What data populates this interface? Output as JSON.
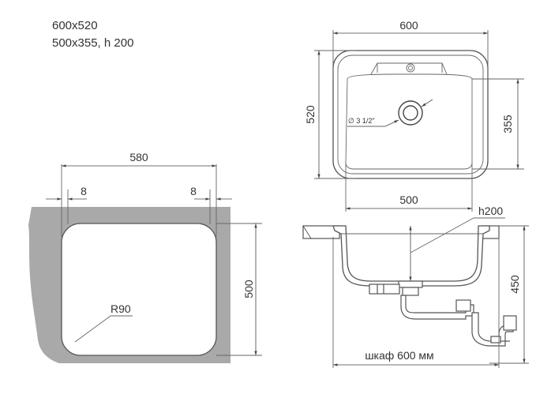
{
  "header": {
    "sizes_line1": "600x520",
    "sizes_line2": "500x355, h 200"
  },
  "cutout_view": {
    "width_label": "580",
    "left_margin_label": "8",
    "right_margin_label": "8",
    "height_label": "500",
    "radius_label": "R90"
  },
  "top_view": {
    "width_label": "600",
    "height_label": "520",
    "bowl_width_label": "500",
    "bowl_height_label": "355",
    "drain_label": "∅ 3 1/2\""
  },
  "side_view": {
    "depth_label": "h200",
    "height_label": "450",
    "cabinet_label": "шкаф 600 мм"
  },
  "colors": {
    "countertop": "#a9a9a9",
    "line": "#555555"
  }
}
